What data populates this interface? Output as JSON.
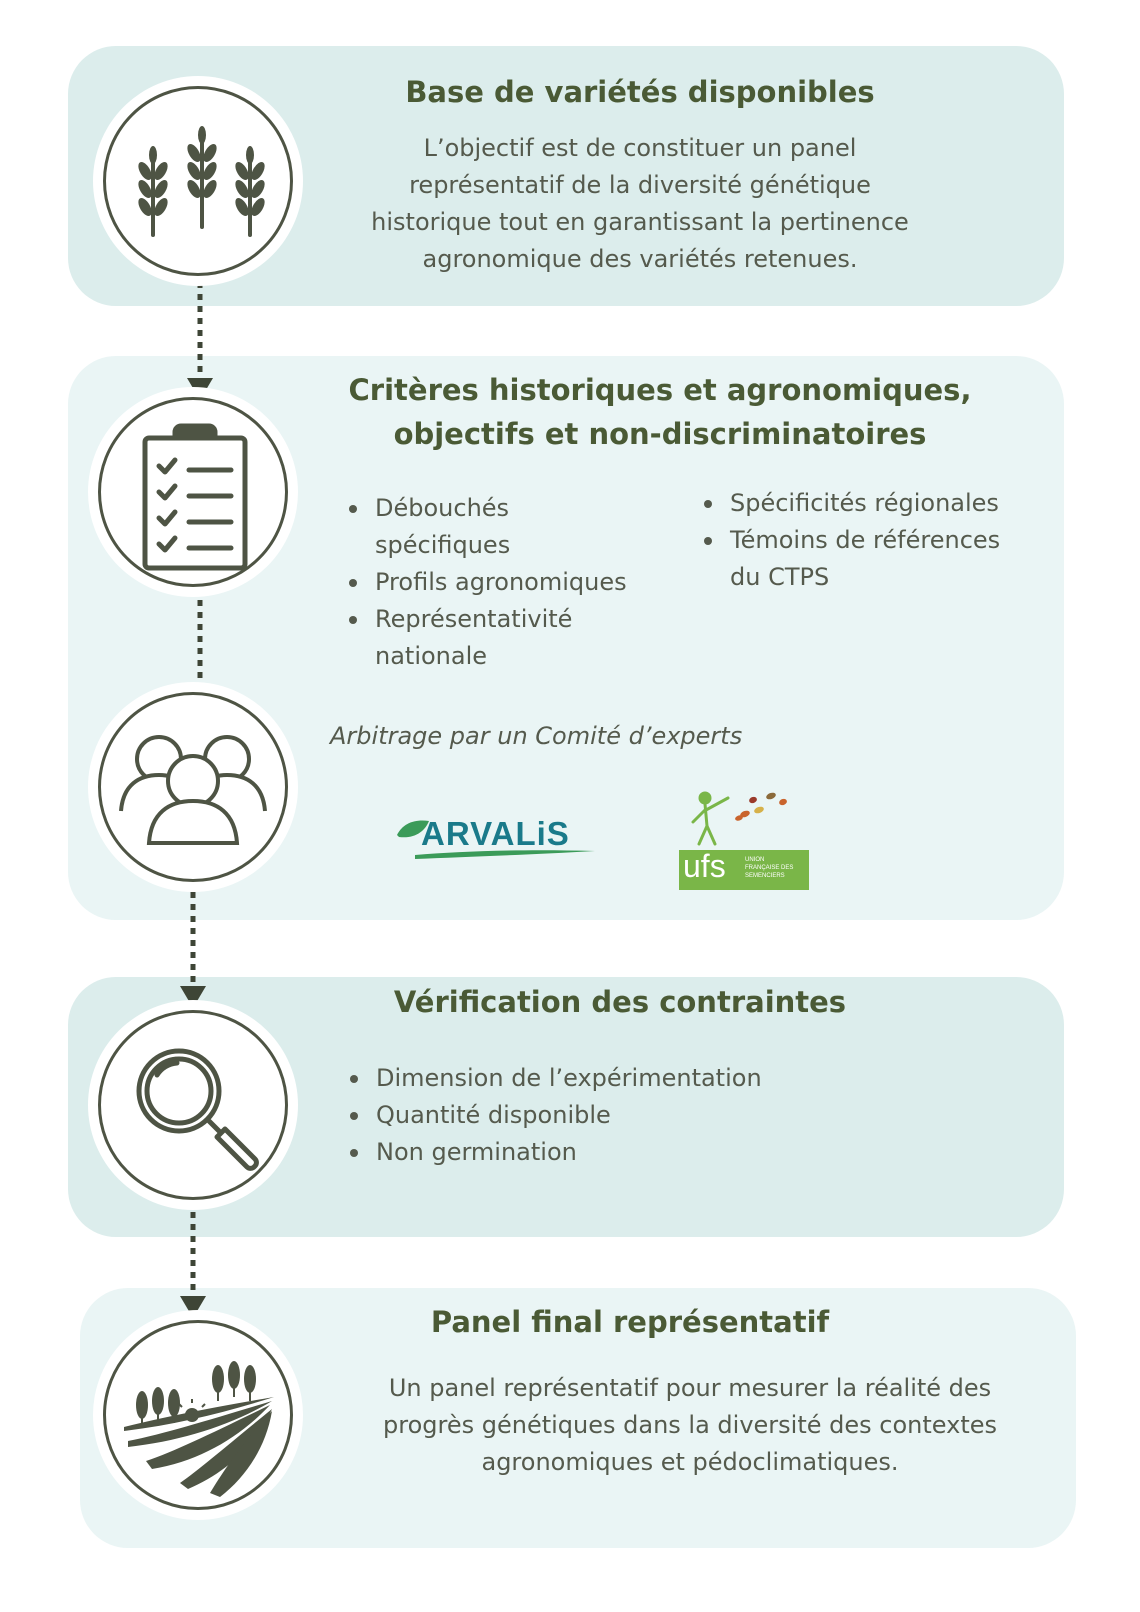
{
  "steps": [
    {
      "title": "Base de variétés disponibles",
      "icon": "wheat-icon",
      "paragraph_lines": [
        "L’objectif est de constituer un panel",
        "représentatif de la diversité génétique",
        "historique tout en garantissant la pertinence",
        "agronomique des variétés retenues."
      ]
    },
    {
      "title_lines": [
        "Critères historiques et agronomiques,",
        "objectifs et non-discriminatoires"
      ],
      "icon": "clipboard-checklist-icon",
      "bullets_left": [
        [
          "Débouchés",
          "spécifiques"
        ],
        [
          "Profils agronomiques"
        ],
        [
          "Représentativité",
          "nationale"
        ]
      ],
      "bullets_right": [
        [
          "Spécificités régionales"
        ],
        [
          "Témoins de références",
          "du CTPS"
        ]
      ],
      "arbitrage": "Arbitrage par un Comité d’experts",
      "group_icon": "people-group-icon",
      "logos": {
        "arvalis": "ARVALiS",
        "ufs_short": "ufs",
        "ufs_lines": [
          "UNION",
          "FRANÇAISE DES",
          "SEMENCIERS"
        ]
      }
    },
    {
      "title": "Vérification des contraintes",
      "icon": "magnifier-icon",
      "bullets": [
        "Dimension de l’expérimentation",
        "Quantité disponible",
        "Non germination"
      ]
    },
    {
      "title": "Panel final représentatif",
      "icon": "field-landscape-icon",
      "paragraph_lines": [
        "Un panel représentatif pour mesurer la réalité des",
        "progrès génétiques dans la diversité des contextes",
        "agronomiques et pédoclimatiques."
      ]
    }
  ],
  "colors": {
    "card_dark": "#dcedec",
    "card_light": "#eaf5f5",
    "icon": "#4e5444",
    "title": "#4a5a35",
    "arvalis_green": "#3b9b59",
    "arvalis_teal": "#1a7a8a",
    "ufs_green": "#7ab648"
  }
}
